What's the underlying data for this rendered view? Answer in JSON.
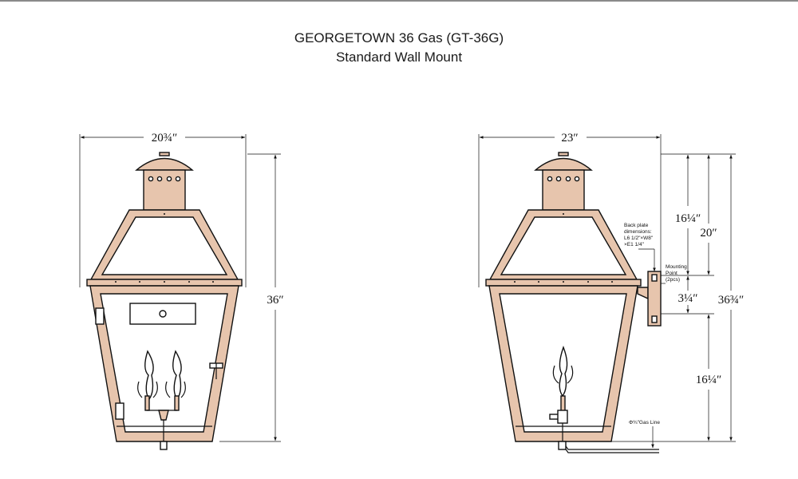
{
  "title": {
    "line1": "GEORGETOWN 36 Gas (GT-36G)",
    "line2": "Standard Wall Mount"
  },
  "front_view": {
    "width_dim": "20¾″",
    "height_dim": "36″"
  },
  "side_view": {
    "width_dim": "23″",
    "upper_dim": "16¼″",
    "mount_dim": "20″",
    "total_dim": "36¾″",
    "gap_dim": "3¼″",
    "lower_dim": "16¼″",
    "back_plate_note": [
      "Back plate",
      "dimensions:",
      "L6 1/2\"×W8\"",
      "×E1 1/4\""
    ],
    "mounting_point_note": [
      "Mounting",
      "Point",
      "(2pcs)"
    ],
    "gas_line_note": "Φ¾\"Gas Line"
  },
  "colors": {
    "line": "#111111",
    "copper_fill": "#e7c5ad",
    "background": "#ffffff"
  }
}
